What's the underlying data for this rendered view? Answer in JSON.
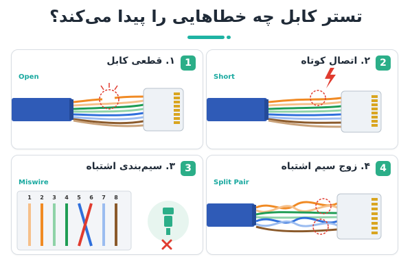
{
  "title": "تستر کابل چه خطاهایی را پیدا می‌کند؟",
  "colors": {
    "accent": "#2bae88",
    "teal": "#1aa9a0",
    "cable_blue": "#2f5bb7",
    "fault_red": "#e03b2f"
  },
  "panels": [
    {
      "number": "1",
      "title": "۱. قطعی کابل",
      "subtitle": "Open"
    },
    {
      "number": "2",
      "title": "۲. اتصال کوتاه",
      "subtitle": "Short",
      "icon": "lightning-icon"
    },
    {
      "number": "3",
      "title": "۳. سیم‌بندی اشتباه",
      "subtitle": "Miswire",
      "pins": [
        "1",
        "2",
        "3",
        "4",
        "5",
        "6",
        "7",
        "8"
      ],
      "icons": [
        "plug-icon",
        "error-x-icon"
      ]
    },
    {
      "number": "4",
      "title": "۴. زوج سیم اشتباه",
      "subtitle": "Split Pair"
    }
  ]
}
